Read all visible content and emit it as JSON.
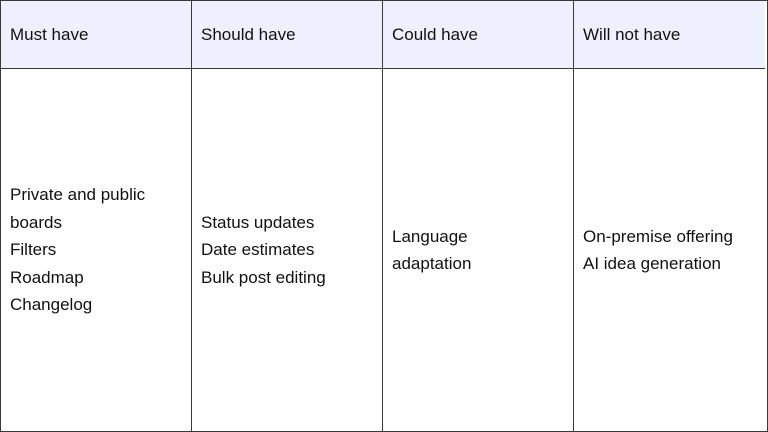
{
  "table": {
    "columns": [
      {
        "header": "Must have",
        "items": [
          "Private and public",
          "boards",
          "Filters",
          "Roadmap",
          "Changelog"
        ]
      },
      {
        "header": "Should have",
        "items": [
          "Status updates",
          "Date estimates",
          "Bulk post editing"
        ]
      },
      {
        "header": "Could have",
        "items": [
          "Language",
          "adaptation"
        ]
      },
      {
        "header": "Will not have",
        "items": [
          "On-premise offering",
          "AI idea generation"
        ]
      }
    ]
  },
  "colors": {
    "header_bg": "#eff0fd",
    "border": "#3a3a3a",
    "text": "#111111"
  }
}
